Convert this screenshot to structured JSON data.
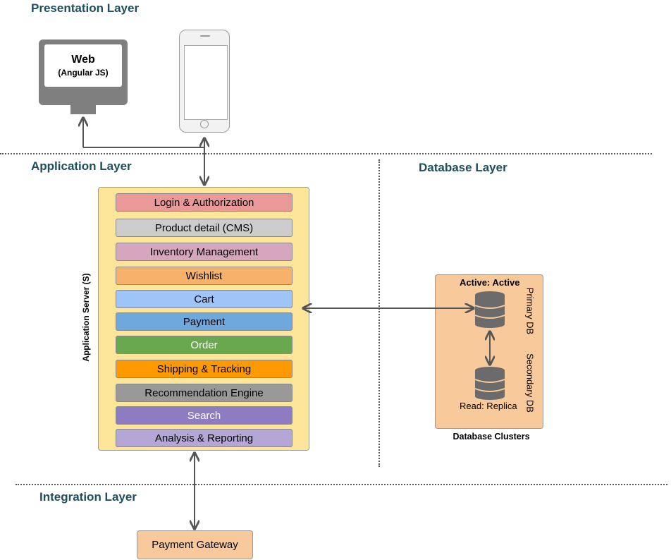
{
  "layers": {
    "presentation": "Presentation Layer",
    "application": "Application Layer",
    "database": "Database Layer",
    "integration": "Integration Layer"
  },
  "presentation": {
    "web_label": "Web",
    "web_sublabel": "(Angular JS)"
  },
  "application": {
    "server_label": "Application Server (S)",
    "modules": [
      {
        "label": "Login & Authorization",
        "color": "#e99a98"
      },
      {
        "label": "Product detail (CMS)",
        "color": "#cccccc"
      },
      {
        "label": "Inventory Management",
        "color": "#d5a6bd"
      },
      {
        "label": "Wishlist",
        "color": "#f6b26b"
      },
      {
        "label": "Cart",
        "color": "#9fc5f8"
      },
      {
        "label": "Payment",
        "color": "#6fa8dc"
      },
      {
        "label": "Order",
        "color": "#6aa84f"
      },
      {
        "label": "Shipping & Tracking",
        "color": "#ff9900"
      },
      {
        "label": "Recommendation Engine",
        "color": "#999999"
      },
      {
        "label": "Search",
        "color": "#8e7cc3"
      },
      {
        "label": "Analysis & Reporting",
        "color": "#b4a7d6"
      }
    ]
  },
  "database": {
    "active_label": "Active: Active",
    "primary_label": "Primary DB",
    "secondary_label": "Secondary DB",
    "replica_label": "Read: Replica",
    "clusters_label": "Database Clusters"
  },
  "integration": {
    "gateway_label": "Payment Gateway"
  }
}
